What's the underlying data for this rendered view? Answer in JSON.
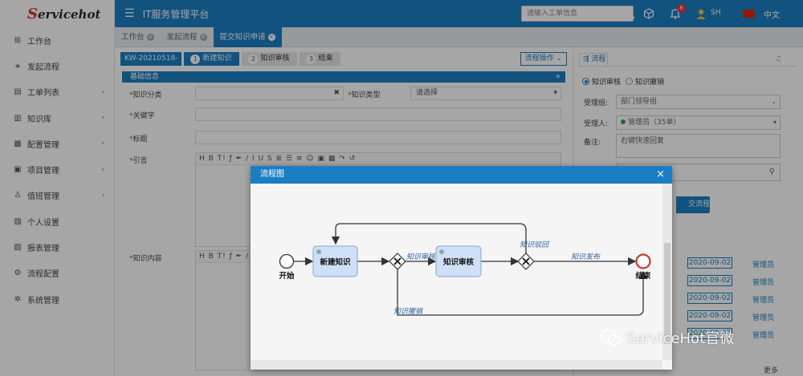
{
  "sidebar": {
    "logo": "Servicehot",
    "items": [
      {
        "label": "工作台",
        "icon": "grid-icon",
        "chev": false
      },
      {
        "label": "发起流程",
        "icon": "flow-icon",
        "chev": false
      },
      {
        "label": "工单列表",
        "icon": "list-icon",
        "chev": true
      },
      {
        "label": "知识库",
        "icon": "book-icon",
        "chev": true
      },
      {
        "label": "配置管理",
        "icon": "config-icon",
        "chev": true
      },
      {
        "label": "项目管理",
        "icon": "project-icon",
        "chev": true
      },
      {
        "label": "值班管理",
        "icon": "person-icon",
        "chev": true
      },
      {
        "label": "个人设置",
        "icon": "settings-icon",
        "chev": false
      },
      {
        "label": "报表管理",
        "icon": "report-icon",
        "chev": false
      },
      {
        "label": "流程配置",
        "icon": "gear-icon",
        "chev": false
      },
      {
        "label": "系统管理",
        "icon": "cog-icon",
        "chev": false
      }
    ]
  },
  "header": {
    "title": "IT服务管理平台",
    "search_placeholder": "请输入工单信息",
    "notif_count": "8",
    "user": "SH",
    "lang": "中文"
  },
  "tabs": [
    {
      "label": "工作台",
      "active": false
    },
    {
      "label": "发起流程",
      "active": false
    },
    {
      "label": "提交知识申请",
      "active": true
    }
  ],
  "form": {
    "ticket_id": "KW-20210518-",
    "steps": [
      {
        "num": "1",
        "label": "新建知识"
      },
      {
        "num": "2",
        "label": "知识审核"
      },
      {
        "num": "3",
        "label": "结束"
      }
    ],
    "flow_ops": "流程操作",
    "section": "基础信息",
    "category_label": "知识分类",
    "type_label": "知识类型",
    "type_value": "请选择",
    "keyword_label": "关键字",
    "title_label": "标题",
    "intro_label": "引言",
    "content_label": "知识内容",
    "toolbar": "H B T! ƒ ✒ / I U S ≣ ☰ ≡ ☺ ▣ ▦ ↷ ↺"
  },
  "right_panel": {
    "tab": "流程",
    "radio_review": "知识审核",
    "radio_revoke": "知识撤销",
    "group_label": "受理组:",
    "group_value": "部门领导组",
    "assignee_label": "受理人:",
    "assignee_value": "管理员（35单）",
    "note_label": "备注:",
    "note_value": "右键快速回复",
    "submit": "交流程",
    "history": [
      {
        "date": "2020-09-02",
        "user": "管理员"
      },
      {
        "date": "2020-09-02",
        "user": "管理员"
      },
      {
        "date": "2020-09-02",
        "user": "管理员"
      },
      {
        "date": "2020-09-02",
        "user": "管理员"
      },
      {
        "date": "2020-09-02",
        "user": "管理员"
      }
    ],
    "more": "更多"
  },
  "modal": {
    "title": "流程图",
    "diagram": {
      "start": "开始",
      "node1": "新建知识",
      "node2": "知识审核",
      "end": "结束",
      "edge_review": "知识审核",
      "edge_return": "知识驳回",
      "edge_publish": "知识发布",
      "edge_revoke": "知识撤销"
    }
  },
  "watermark": "ServiceHot官微",
  "colors": {
    "primary": "#1b7ec3",
    "end_red": "#c0392b",
    "node_fill": "#cfe0f6"
  }
}
